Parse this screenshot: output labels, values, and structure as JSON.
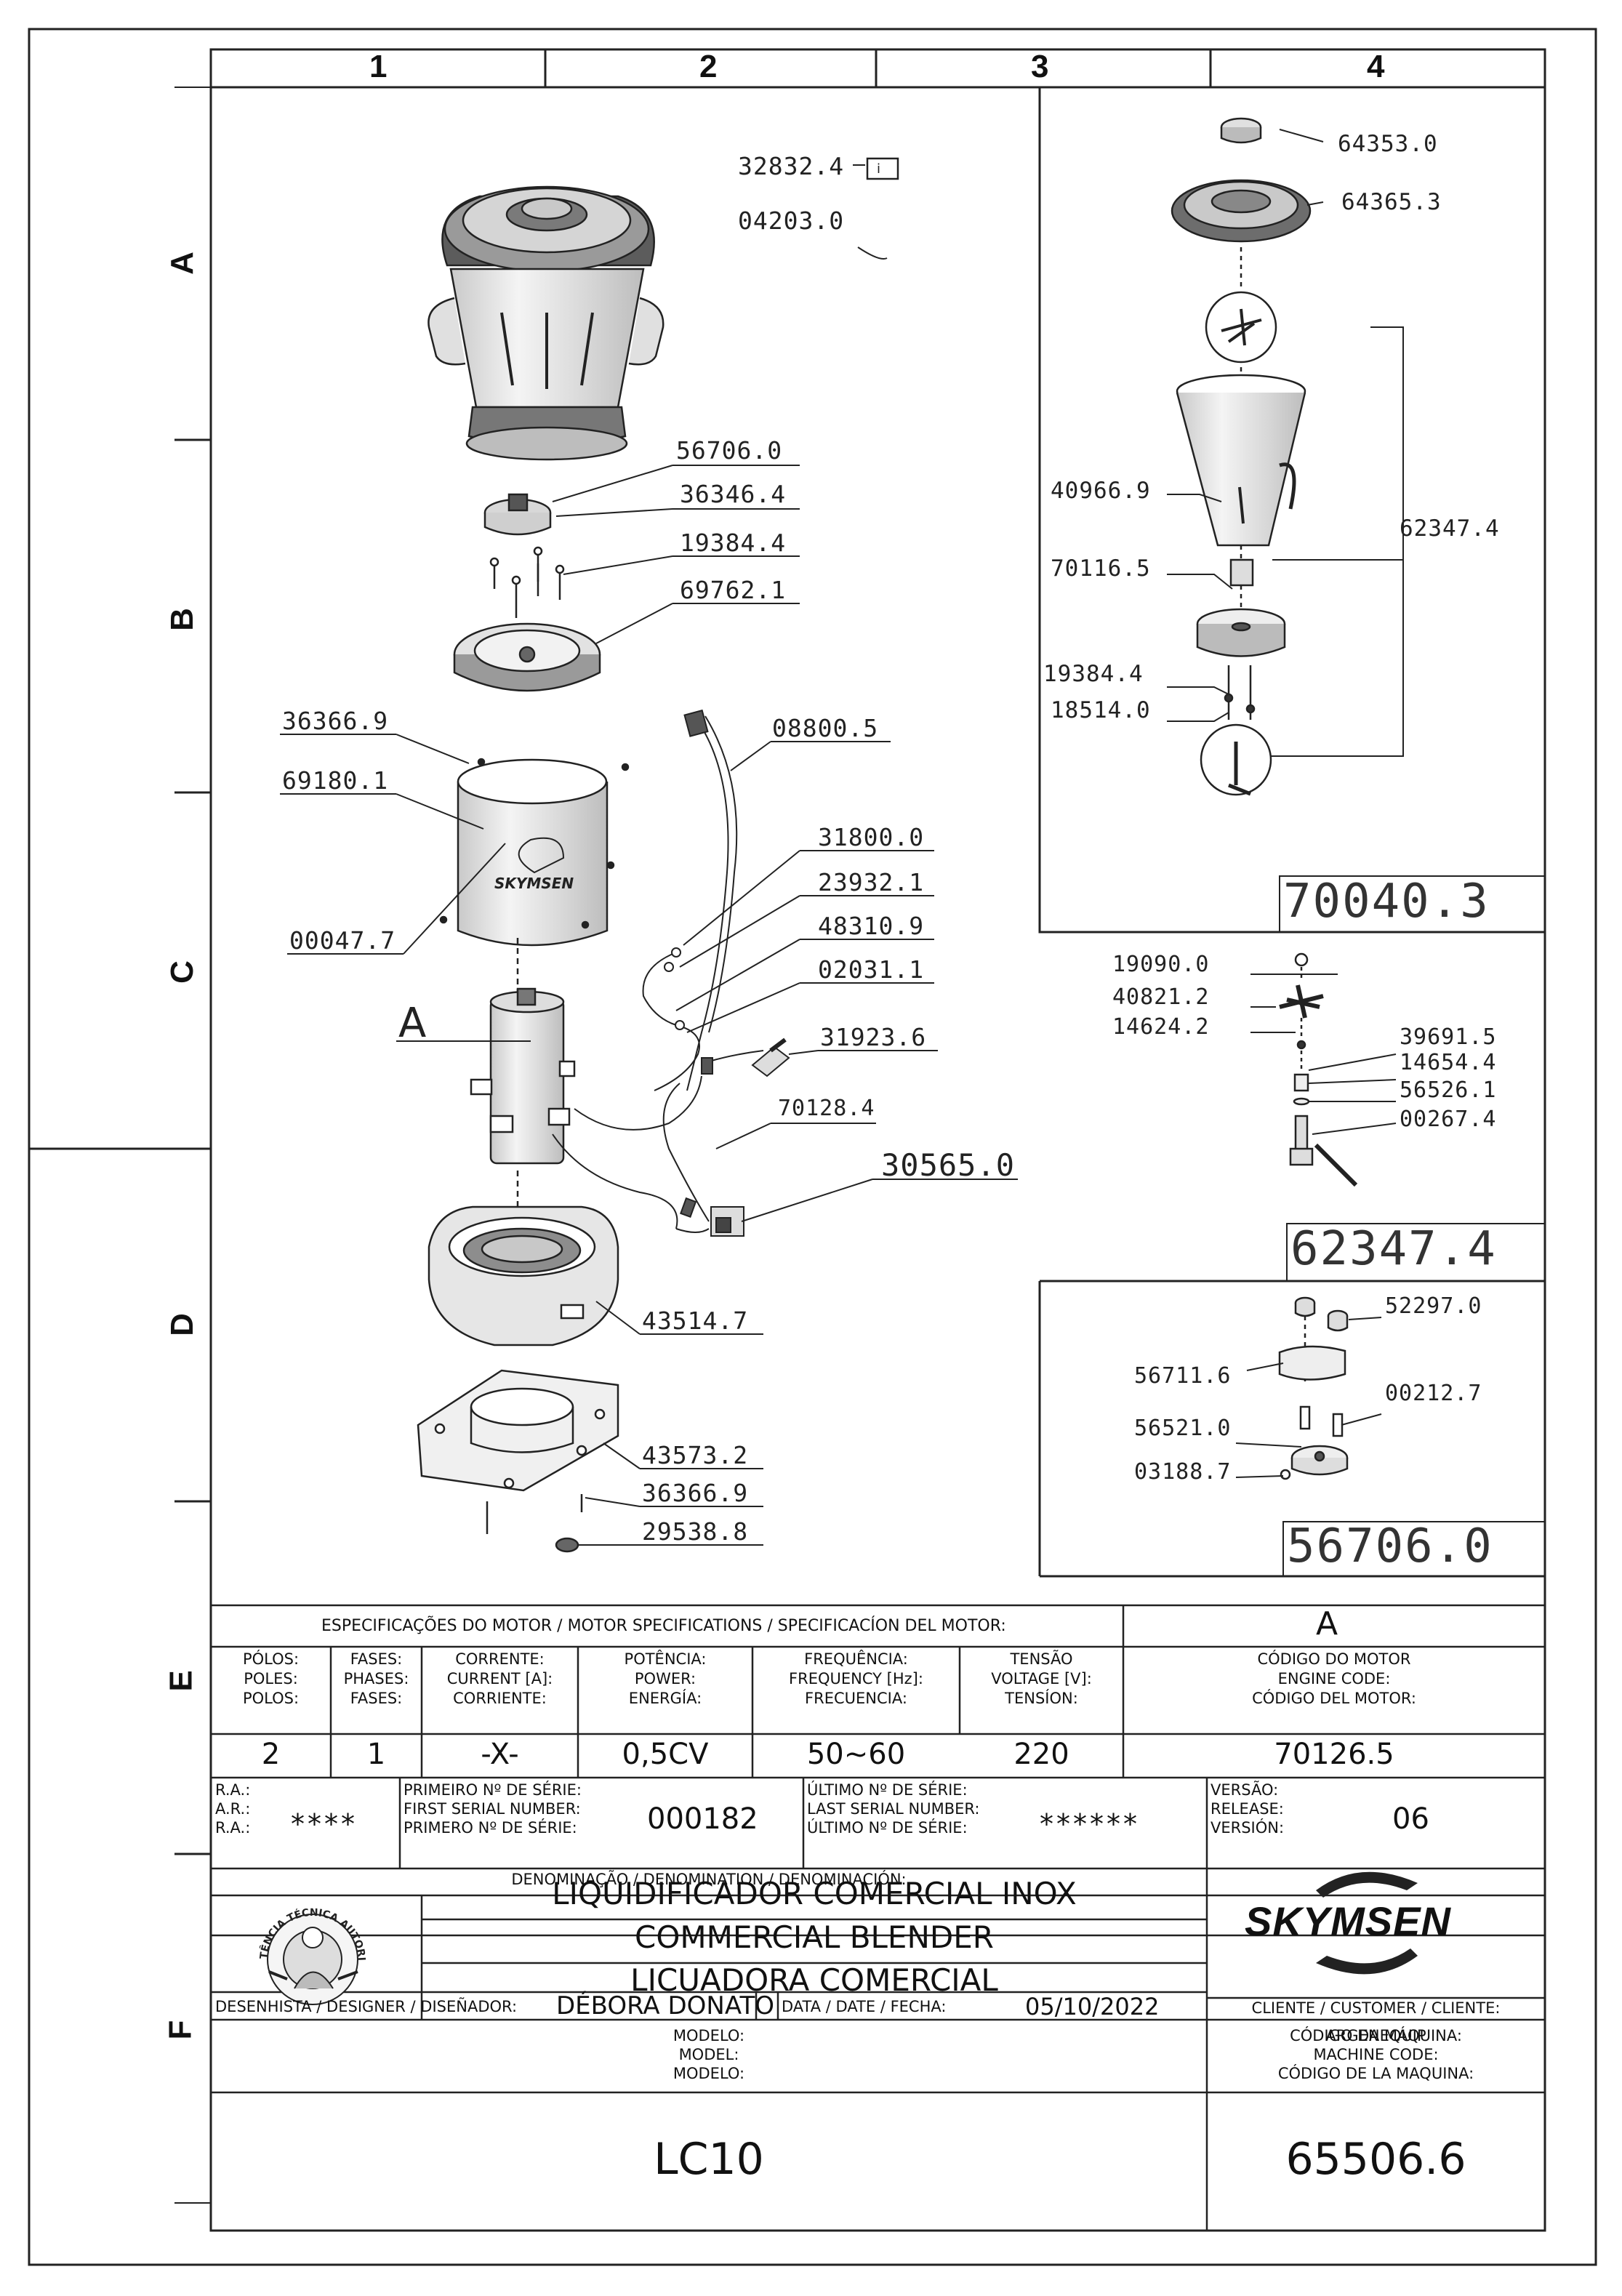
{
  "grid": {
    "columns": [
      "1",
      "2",
      "3",
      "4"
    ],
    "rows": [
      "A",
      "B",
      "C",
      "D",
      "E",
      "F"
    ]
  },
  "callouts": {
    "manual": "32832.4",
    "cable_tie": "04203.0",
    "p56706": "56706.0",
    "p36346": "36346.4",
    "p19384": "19384.4",
    "p69762": "69762.1",
    "p36366_top": "36366.9",
    "p69180": "69180.1",
    "p00047": "00047.7",
    "p08800": "08800.5",
    "p31800": "31800.0",
    "p23932": "23932.1",
    "p48310": "48310.9",
    "p02031": "02031.1",
    "p31923": "31923.6",
    "p70128": "70128.4",
    "p30565": "30565.0",
    "p43514": "43514.7",
    "p43573": "43573.2",
    "p36366_bot": "36366.9",
    "p29538": "29538.8",
    "motor_letter": "A"
  },
  "detail_jar": {
    "p64353": "64353.0",
    "p64365": "64365.3",
    "p40966": "40966.9",
    "p62347": "62347.4",
    "p70116": "70116.5",
    "p19384": "19384.4",
    "p18514": "18514.0",
    "assembly_code": "70040.3"
  },
  "detail_blade": {
    "p19090": "19090.0",
    "p40821": "40821.2",
    "p14624": "14624.2",
    "p39691": "39691.5",
    "p14654": "14654.4",
    "p56526": "56526.1",
    "p00267": "00267.4",
    "assembly_code": "62347.4"
  },
  "detail_coupling": {
    "p52297": "52297.0",
    "p56711": "56711.6",
    "p00212": "00212.7",
    "p56521": "56521.0",
    "p03188": "03188.7",
    "assembly_code": "56706.0"
  },
  "motor_specs": {
    "header": "ESPECIFICAÇÕES DO MOTOR / MOTOR SPECIFICATIONS / SPECIFICACÍON DEL MOTOR:",
    "motor_ref": "A",
    "columns": [
      {
        "label": [
          "PÓLOS:",
          "POLES:",
          "POLOS:"
        ],
        "value": "2"
      },
      {
        "label": [
          "FASES:",
          "PHASES:",
          "FASES:"
        ],
        "value": "1"
      },
      {
        "label": [
          "CORRENTE:",
          "CURRENT [A]:",
          "CORRIENTE:"
        ],
        "value": "-X-"
      },
      {
        "label": [
          "POTÊNCIA:",
          "POWER:",
          "ENERGÍA:"
        ],
        "value": "0,5CV"
      },
      {
        "label": [
          "FREQUÊNCIA:",
          "FREQUENCY [Hz]:",
          "FRECUENCIA:"
        ],
        "value": "50~60"
      },
      {
        "label": [
          "TENSÃO",
          "VOLTAGE [V]:",
          "TENSÍON:"
        ],
        "value": "220"
      },
      {
        "label": [
          "CÓDIGO DO MOTOR",
          "ENGINE CODE:",
          "CÓDIGO DEL MOTOR:"
        ],
        "value": "70126.5"
      }
    ]
  },
  "serials": {
    "ra_labels": [
      "R.A.:",
      "A.R.:",
      "R.A.:"
    ],
    "ra_value": "****",
    "first_labels": [
      "PRIMEIRO Nº DE SÉRIE:",
      "FIRST SERIAL NUMBER:",
      "PRIMERO Nº DE SÉRIE:"
    ],
    "first_value": "000182",
    "last_labels": [
      "ÚLTIMO Nº DE SÉRIE:",
      "LAST SERIAL NUMBER:",
      "ÚLTIMO Nº DE SÉRIE:"
    ],
    "last_value": "******",
    "version_labels": [
      "VERSÃO:",
      "RELEASE:",
      "VERSIÓN:"
    ],
    "version_value": "06"
  },
  "title_block": {
    "denomination_header": "DENOMINAÇÃO / DENOMINATION / DENOMINACIÓN:",
    "names": [
      "LIQUIDIFICADOR COMERCIAL INOX",
      "COMMERCIAL BLENDER",
      "LICUADORA COMERCIAL"
    ],
    "badge_text_top": "ASSISTÊNCIA TÉCNICA AUTORIZADA",
    "brand": "SKYMSEN",
    "designer_label": "DESENHISTA / DESIGNER / DISEÑADOR:",
    "designer": "DÉBORA DONATO",
    "date_label": "DATA / DATE / FECHA:",
    "date": "05/10/2022",
    "client_label": "CLIENTE / CUSTOMER / CLIENTE:",
    "client": "ARGENEQUIP",
    "model_labels": [
      "MODELO:",
      "MODEL:",
      "MODELO:"
    ],
    "model": "LC10",
    "machine_code_labels": [
      "CÓDIGO DA MÁQUINA:",
      "MACHINE CODE:",
      "CÓDIGO DE LA MAQUINA:"
    ],
    "machine_code": "65506.6"
  },
  "colors": {
    "line": "#222222",
    "part_fill": "#e9e9e9",
    "dark_fill": "#3a3a3a"
  }
}
